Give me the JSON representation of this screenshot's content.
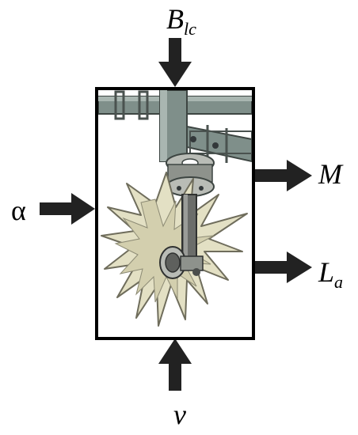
{
  "inputs": {
    "top": {
      "main": "B",
      "sub": "lc"
    },
    "left": {
      "main": "α"
    },
    "bottom": {
      "main": "v"
    }
  },
  "outputs": {
    "upper": {
      "main": "M"
    },
    "lower": {
      "main": "L",
      "sub": "a"
    }
  },
  "colors": {
    "arrow": "#222222",
    "frame": "#000000",
    "frame_bar": "#7f8f8a",
    "wheel": "#e3e0c4",
    "wheel_stroke": "#6f6d5c",
    "shaft": "#6b6d6a",
    "hub": "#b9bcb6"
  },
  "illustration": "star-wheel-weeder-icon"
}
